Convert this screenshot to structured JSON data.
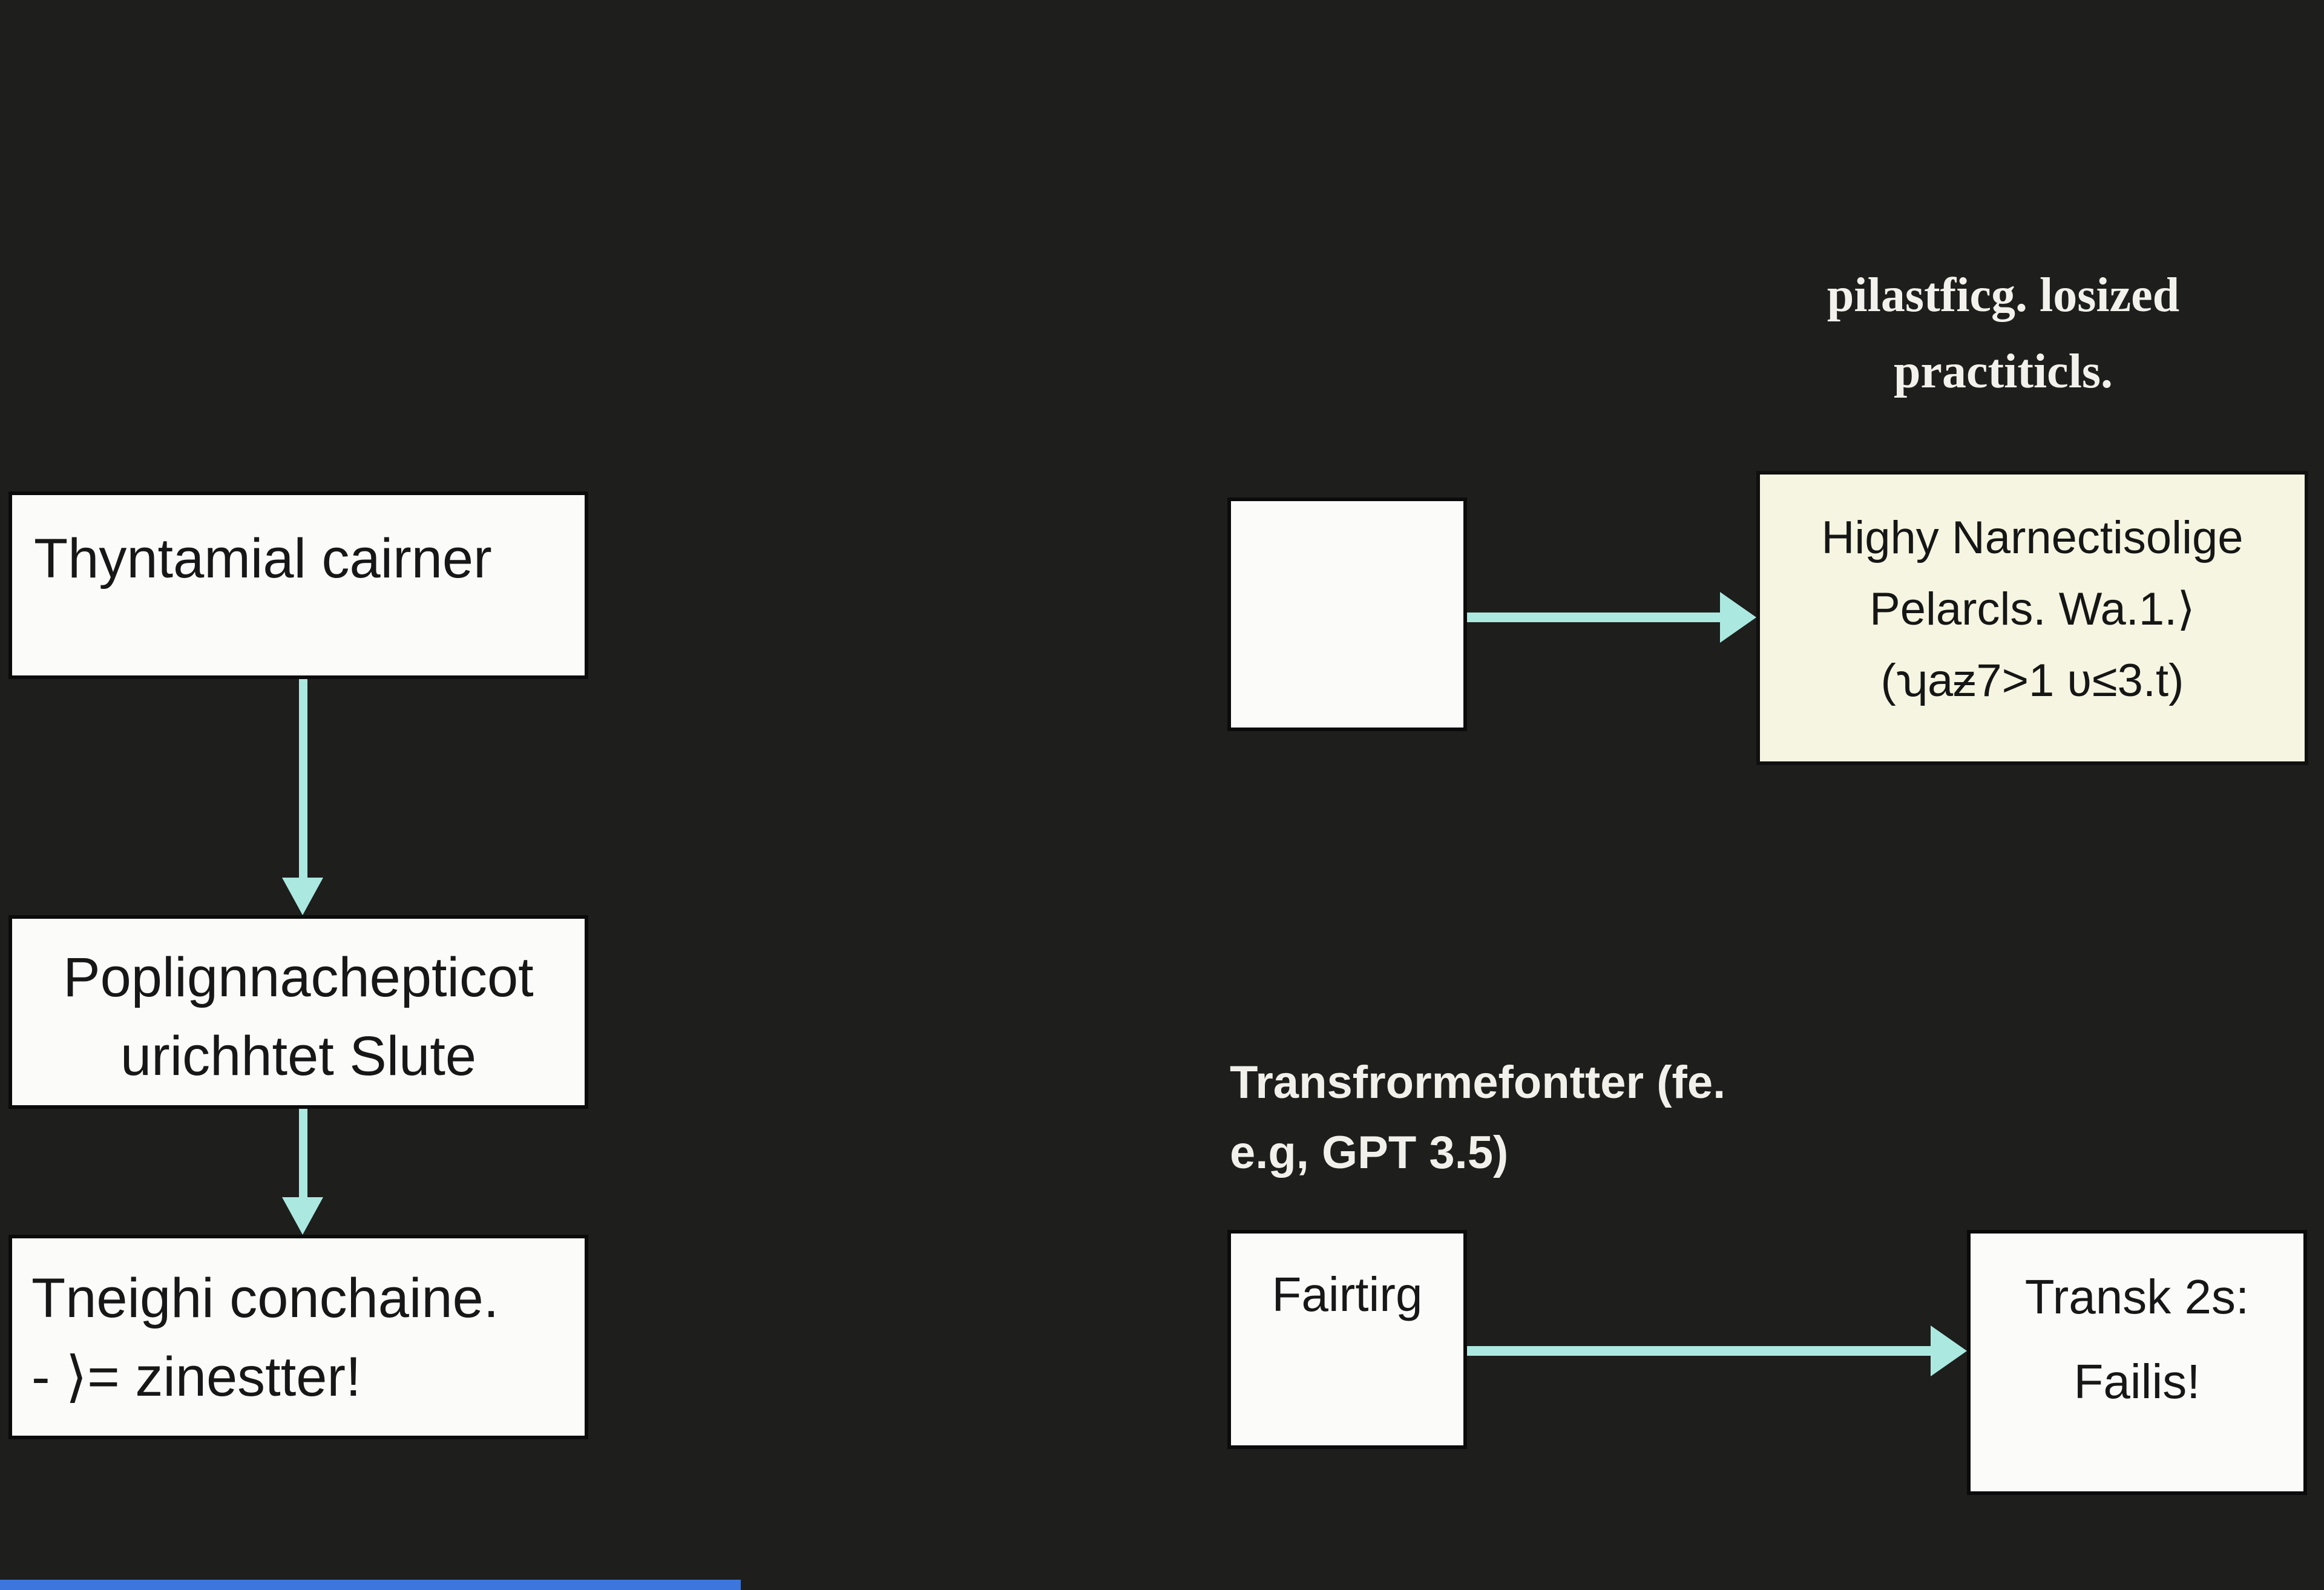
{
  "colors": {
    "background": "#1e1e1c",
    "box_fill": "#fbfbf9",
    "yellow_fill": "#f5f5e1",
    "arrow_teal": "#abe9e0",
    "text_dark": "#171717",
    "text_light": "#f2f0ea",
    "bottom_bar_blue": "#3d76dd"
  },
  "note_top_right": {
    "line1": "pilastficg. losized",
    "line2": "practiticls."
  },
  "left_flow": {
    "box1": {
      "text": "Thyntamial cairner"
    },
    "box2": {
      "line1": "Poplignnachepticot",
      "line2": "urichhtet Slute"
    },
    "box3": {
      "line1": "Tneighi conchaine.",
      "line2": "- ⟩= zinestter!"
    }
  },
  "right_flow": {
    "yellow_box": {
      "line1": "Highy Narnectisolige",
      "line2": "Pelarcls. Wa.1.⟩",
      "line3": "(ʮaƶ7>1 ʋ≤3.t)"
    },
    "model_label": {
      "line1": "Transfrormefontter",
      "line2": "(fe. e.g, GPT 3.5)"
    },
    "fairtirg_box": {
      "text": "Fairtirg"
    },
    "transk_box": {
      "line1": "Transk 2s:",
      "line2": "Failis!"
    }
  }
}
